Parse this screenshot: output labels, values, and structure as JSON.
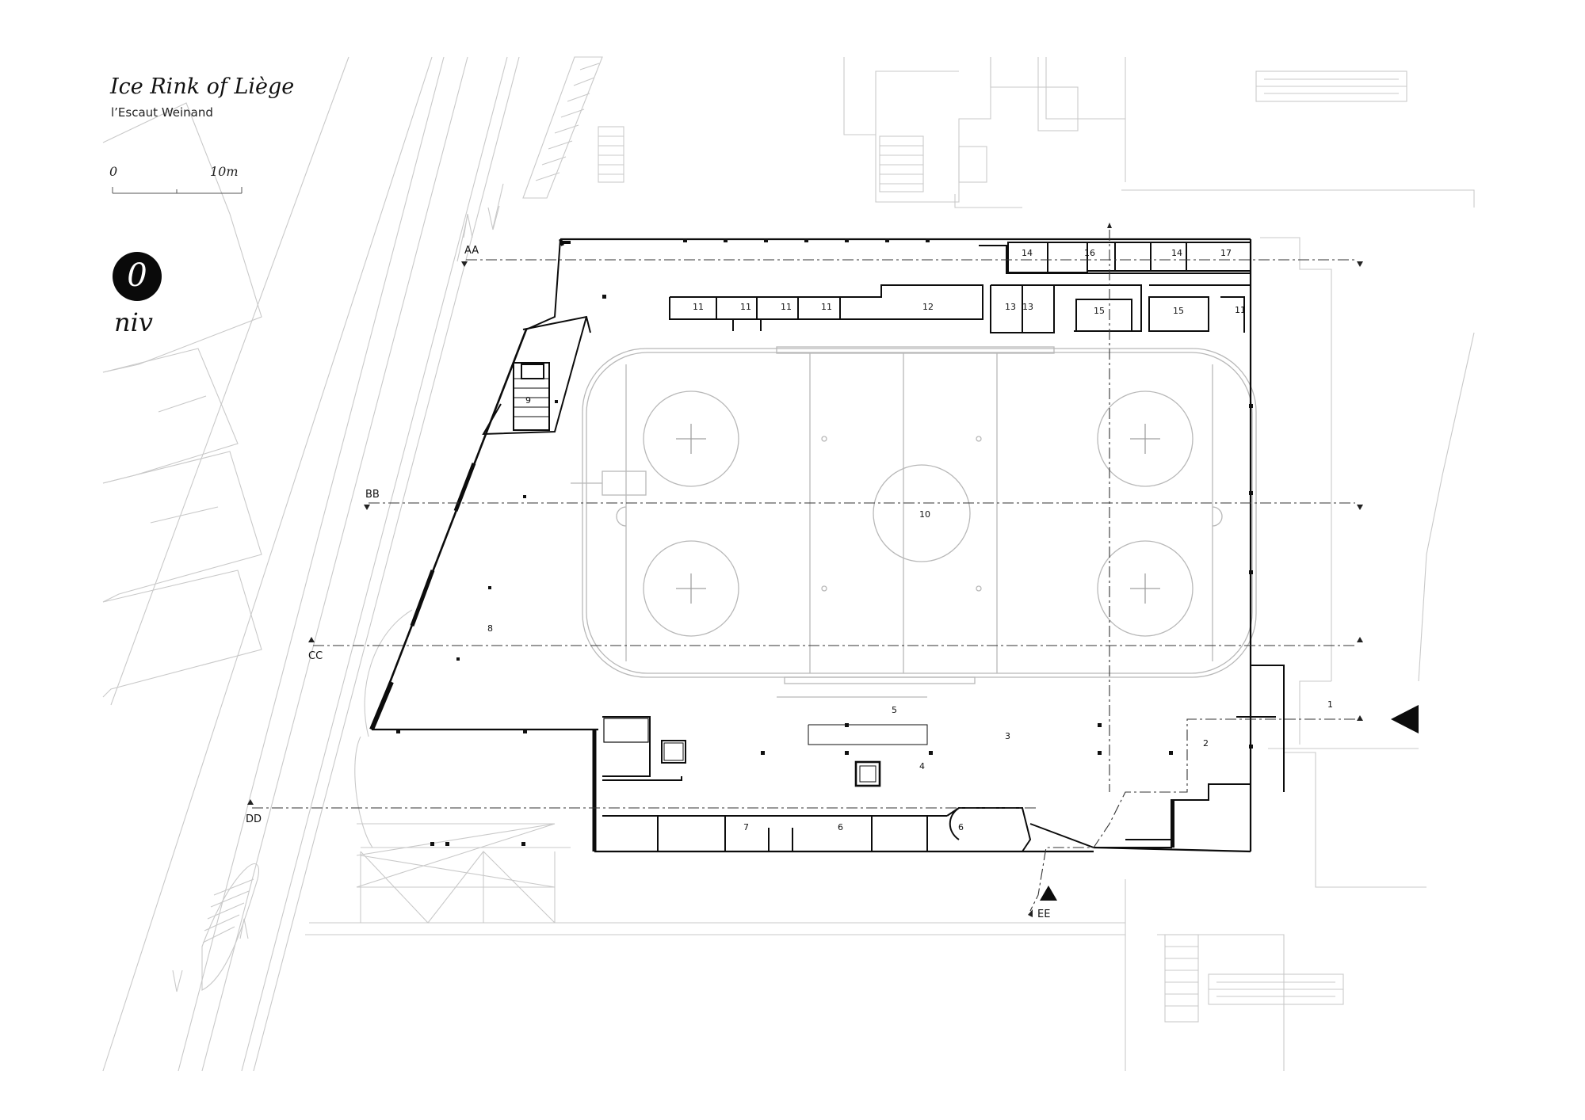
{
  "drawing": {
    "title": "Ice Rink of Liège",
    "subtitle": "l’Escaut Weinand",
    "scale_bar": {
      "start_label": "0",
      "end_label": "10m"
    },
    "level": {
      "number": "0",
      "name": "niv"
    }
  },
  "sections": {
    "aa": "AA",
    "bb": "BB",
    "cc": "CC",
    "dd": "DD",
    "ee": "EE"
  },
  "rooms": {
    "r1": "1",
    "r2": "2",
    "r3": "3",
    "r4": "4",
    "r5": "5",
    "r6a": "6",
    "r6b": "6",
    "r7": "7",
    "r8": "8",
    "r9": "9",
    "r10": "10",
    "r11a": "11",
    "r11b": "11",
    "r11c": "11",
    "r11d": "11",
    "r11e": "11",
    "r12": "12",
    "r13a": "13",
    "r13b": "13",
    "r14a": "14",
    "r14b": "14",
    "r15a": "15",
    "r15b": "15",
    "r16": "16",
    "r17": "17"
  }
}
